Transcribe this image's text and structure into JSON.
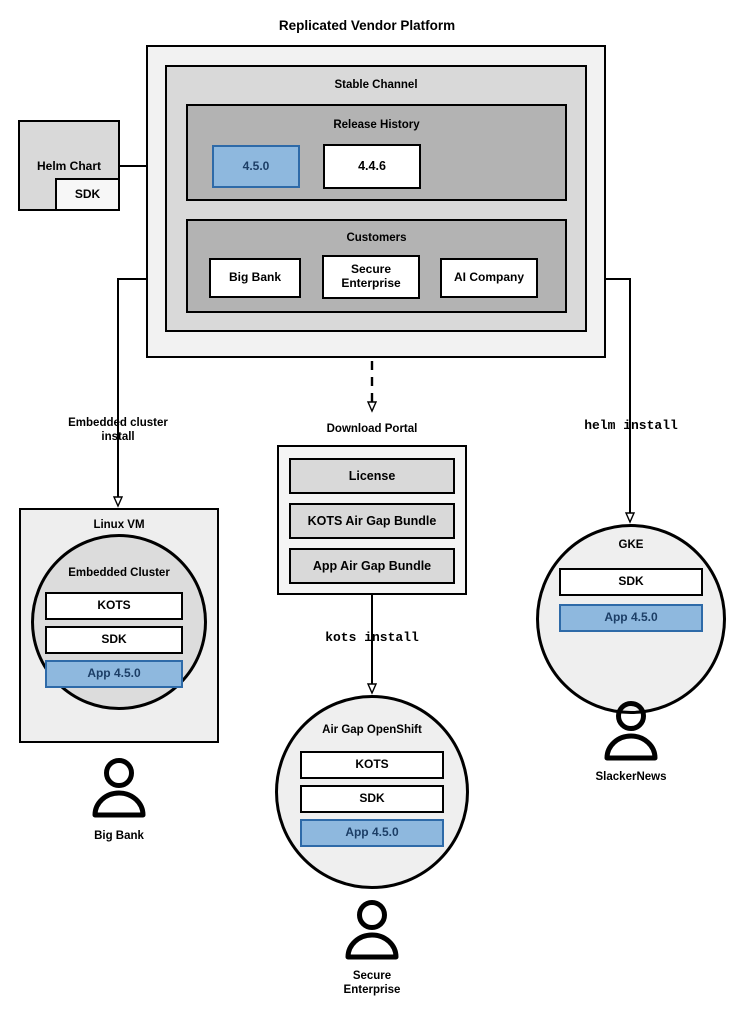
{
  "title": "Replicated Vendor Platform",
  "platform": {
    "channel_label": "Stable Channel",
    "release_history": {
      "label": "Release History",
      "releases": [
        {
          "version": "4.5.0",
          "highlighted": true
        },
        {
          "version": "4.4.6",
          "highlighted": false
        }
      ]
    },
    "customers": {
      "label": "Customers",
      "items": [
        {
          "name": "Big Bank"
        },
        {
          "name": "Secure\nEnterprise"
        },
        {
          "name": "AI Company"
        }
      ]
    }
  },
  "helm_chart": {
    "label": "Helm Chart",
    "sdk_label": "SDK"
  },
  "connectors": {
    "embedded_cluster_install": "Embedded cluster\ninstall",
    "kots_install": "kots install",
    "helm_install": "helm install"
  },
  "download_portal": {
    "label": "Download Portal",
    "items": [
      "License",
      "KOTS Air Gap Bundle",
      "App Air Gap Bundle"
    ]
  },
  "targets": {
    "linux_vm": {
      "label": "Linux VM",
      "cluster_label": "Embedded Cluster",
      "components": [
        {
          "label": "KOTS",
          "highlighted": false
        },
        {
          "label": "SDK",
          "highlighted": false
        },
        {
          "label": "App 4.5.0",
          "highlighted": true
        }
      ],
      "user": "Big Bank"
    },
    "airgap_openshift": {
      "label": "Air Gap OpenShift",
      "components": [
        {
          "label": "KOTS",
          "highlighted": false
        },
        {
          "label": "SDK",
          "highlighted": false
        },
        {
          "label": "App 4.5.0",
          "highlighted": true
        }
      ],
      "user": "Secure\nEnterprise"
    },
    "gke": {
      "label": "GKE",
      "components": [
        {
          "label": "SDK",
          "highlighted": false
        },
        {
          "label": "App 4.5.0",
          "highlighted": true
        }
      ],
      "user": "SlackerNews"
    }
  },
  "colors": {
    "accent_blue_fill": "#8EB8DE",
    "accent_blue_border": "#2E6AA8",
    "accent_blue_text": "#1C3E66",
    "level0_bg": "#F2F2F2",
    "level1_bg": "#D9D9D9",
    "level2_bg": "#B3B3B3",
    "stroke": "#000000"
  }
}
